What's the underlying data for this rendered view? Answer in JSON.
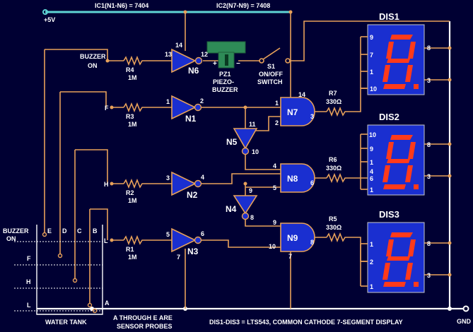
{
  "ic_labels": {
    "ic1": "IC1(N1-N6) = 7404",
    "ic2": "IC2(N7-N9) = 7408"
  },
  "supply": {
    "vcc": "+5V",
    "gnd": "GND"
  },
  "buzzer": {
    "name": "PZ1",
    "line1": "PIEZO-",
    "line2": "BUZZER",
    "plus": "+",
    "minus": "−"
  },
  "switch": {
    "name": "S1",
    "line1": "ON/OFF",
    "line2": "SWITCH"
  },
  "input_labels": {
    "buzzer_on_1": "BUZZER",
    "buzzer_on_2": "ON",
    "f": "F",
    "h": "H",
    "l": "L"
  },
  "resistors": {
    "r4": {
      "name": "R4",
      "value": "1M"
    },
    "r3": {
      "name": "R3",
      "value": "1M"
    },
    "r2": {
      "name": "R2",
      "value": "1M"
    },
    "r1": {
      "name": "R1",
      "value": "1M"
    },
    "r7": {
      "name": "R7",
      "value": "330Ω"
    },
    "r6": {
      "name": "R6",
      "value": "330Ω"
    },
    "r5": {
      "name": "R5",
      "value": "330Ω"
    }
  },
  "gates": {
    "n6": {
      "name": "N6",
      "in": "13",
      "out": "12",
      "vcc": "14"
    },
    "n1": {
      "name": "N1",
      "in": "1",
      "out": "2"
    },
    "n2": {
      "name": "N2",
      "in": "3",
      "out": "4"
    },
    "n3": {
      "name": "N3",
      "in": "5",
      "out": "6",
      "gnd": "7"
    },
    "n5": {
      "name": "N5",
      "in": "11",
      "out": "10"
    },
    "n4": {
      "name": "N4",
      "in": "9",
      "out": "8"
    },
    "n7": {
      "name": "N7",
      "in1": "1",
      "in2": "2",
      "out": "3",
      "vcc": "14"
    },
    "n8": {
      "name": "N8",
      "in1": "4",
      "in2": "5",
      "out": "6"
    },
    "n9": {
      "name": "N9",
      "in1": "9",
      "in2": "10",
      "out": "8",
      "gnd": "7"
    }
  },
  "displays": {
    "dis1": {
      "name": "DIS1",
      "pins_left": [
        "9",
        "7",
        "1",
        "10"
      ],
      "pins_right": [
        "8",
        "3"
      ]
    },
    "dis2": {
      "name": "DIS2",
      "pins_left": [
        "10",
        "9",
        "1",
        "4",
        "6",
        "1"
      ],
      "pins_right": [
        "8",
        "3"
      ]
    },
    "dis3": {
      "name": "DIS3",
      "pins_left": [
        "1",
        "2",
        "1"
      ],
      "pins_right": [
        "8",
        "3"
      ]
    }
  },
  "tank": {
    "label": "WATER TANK",
    "buzzer_on_1": "BUZZER",
    "buzzer_on_2": "ON",
    "levels": [
      "F",
      "H",
      "L"
    ],
    "probes": [
      "E",
      "D",
      "C",
      "B",
      "A"
    ]
  },
  "notes": {
    "probes_1": "A THROUGH E ARE",
    "probes_2": "SENSOR PROBES",
    "display": "DIS1-DIS3 = LTS543, COMMON CATHODE 7-SEGMENT DISPLAY"
  }
}
